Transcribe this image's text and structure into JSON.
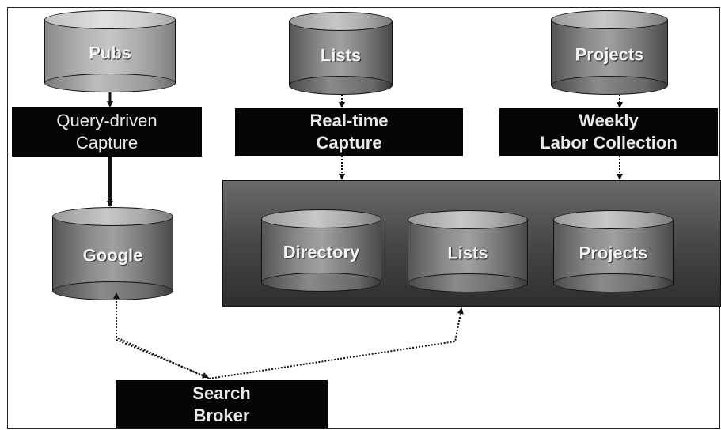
{
  "sources": {
    "pubs": "Pubs",
    "lists": "Lists",
    "projects": "Projects"
  },
  "capture": {
    "query_driven": [
      "Query-driven",
      "Capture"
    ],
    "real_time": [
      "Real-time",
      "Capture"
    ],
    "weekly": [
      "Weekly",
      "Labor Collection"
    ]
  },
  "indexes": {
    "google": "Google",
    "directory": "Directory",
    "lists": "Lists",
    "projects": "Projects"
  },
  "broker": [
    "Search",
    "Broker"
  ]
}
